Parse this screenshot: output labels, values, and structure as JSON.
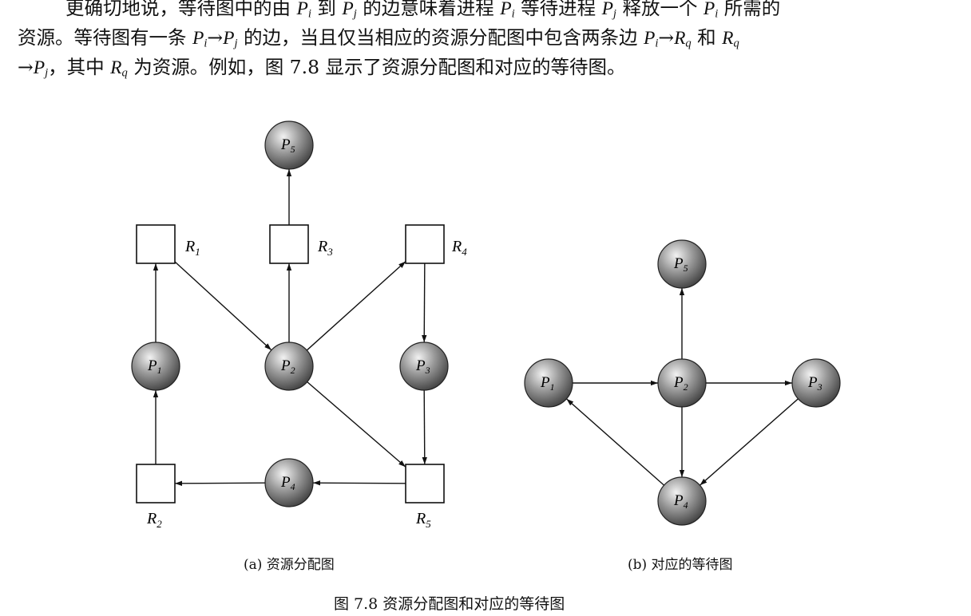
{
  "paragraph": {
    "l1_a": "更确切地说，等待图中的由 ",
    "l1_b": " 到 ",
    "l1_c": " 的边意味着进程 ",
    "l1_d": " 等待进程 ",
    "l1_e": " 释放一个 ",
    "l1_f": " 所需的",
    "l2_a": "资源。等待图有一条 ",
    "l2_b": " 的边，当且仅当相应的资源分配图中包含两条边 ",
    "l2_c": " 和 ",
    "l3_a": "，其中 ",
    "l3_b": " 为资源。例如，图 7.8 显示了资源分配图和对应的等待图。",
    "arrow": "→"
  },
  "sym": {
    "P": "P",
    "R": "R",
    "i": "i",
    "j": "j",
    "q": "q"
  },
  "figure_a": {
    "caption": "(a) 资源分配图",
    "processes": [
      {
        "name": "P",
        "sub": "1"
      },
      {
        "name": "P",
        "sub": "2"
      },
      {
        "name": "P",
        "sub": "3"
      },
      {
        "name": "P",
        "sub": "4"
      },
      {
        "name": "P",
        "sub": "5"
      }
    ],
    "resources": [
      {
        "name": "R",
        "sub": "1"
      },
      {
        "name": "R",
        "sub": "2"
      },
      {
        "name": "R",
        "sub": "3"
      },
      {
        "name": "R",
        "sub": "4"
      },
      {
        "name": "R",
        "sub": "5"
      }
    ],
    "edges": [
      [
        "P1",
        "R1"
      ],
      [
        "R1",
        "P2"
      ],
      [
        "P2",
        "R3"
      ],
      [
        "R3",
        "P5"
      ],
      [
        "P2",
        "R4"
      ],
      [
        "R4",
        "P3"
      ],
      [
        "P3",
        "R5"
      ],
      [
        "P2",
        "R5"
      ],
      [
        "R5",
        "P4"
      ],
      [
        "P4",
        "R2"
      ],
      [
        "R2",
        "P1"
      ]
    ]
  },
  "figure_b": {
    "caption": "(b) 对应的等待图",
    "processes": [
      {
        "name": "P",
        "sub": "1"
      },
      {
        "name": "P",
        "sub": "2"
      },
      {
        "name": "P",
        "sub": "3"
      },
      {
        "name": "P",
        "sub": "4"
      },
      {
        "name": "P",
        "sub": "5"
      }
    ],
    "edges": [
      [
        "P1",
        "P2"
      ],
      [
        "P2",
        "P3"
      ],
      [
        "P2",
        "P5"
      ],
      [
        "P2",
        "P4"
      ],
      [
        "P3",
        "P4"
      ],
      [
        "P4",
        "P1"
      ]
    ]
  },
  "figure_title": "图 7.8  资源分配图和对应的等待图"
}
